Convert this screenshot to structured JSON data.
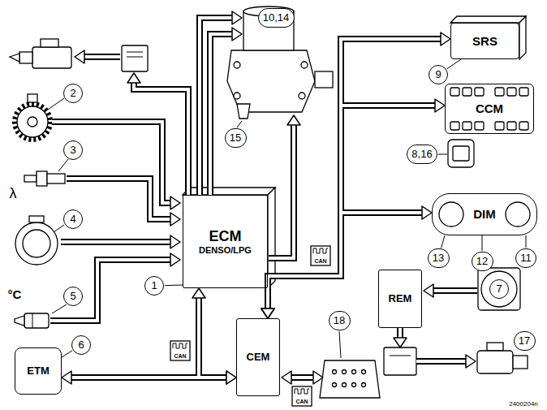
{
  "diagram": {
    "nodes": [
      {
        "text": [
          "10,14"
        ]
      },
      {
        "text": [
          "SRS"
        ]
      },
      {
        "text": [
          "2"
        ]
      },
      {
        "text": [
          "9"
        ]
      },
      {
        "text": [
          "CCM"
        ]
      },
      {
        "text": [
          "15"
        ]
      },
      {
        "text": [
          "3"
        ]
      },
      {
        "text": [
          "8,16"
        ]
      },
      {
        "text": [
          "DIM"
        ]
      },
      {
        "text": [
          "ECM",
          "DENSO/LPG"
        ]
      },
      {
        "text": [
          "4"
        ]
      },
      {
        "text": [
          "13"
        ]
      },
      {
        "text": [
          "12"
        ]
      },
      {
        "text": [
          "11"
        ]
      },
      {
        "text": [
          "1"
        ]
      },
      {
        "text": [
          "REM"
        ]
      },
      {
        "text": [
          "7"
        ]
      },
      {
        "text": [
          "5"
        ]
      },
      {
        "text": [
          "18"
        ]
      },
      {
        "text": [
          "6"
        ]
      },
      {
        "text": [
          "CEM"
        ]
      },
      {
        "text": [
          "ETM"
        ]
      },
      {
        "text": [
          "17"
        ]
      }
    ],
    "edges": [
      {
        "from": 9,
        "to": 20,
        "arrow": "both"
      },
      {
        "from": 21,
        "to": 20,
        "arrow": "both"
      },
      {
        "from": 20,
        "to": 1,
        "arrow": "both"
      },
      {
        "from": 20,
        "to": 4,
        "arrow": "both"
      },
      {
        "from": 20,
        "to": 8,
        "arrow": "both"
      },
      {
        "from": 14,
        "to": 9,
        "arrow": "none"
      },
      {
        "from": 3,
        "to": 1,
        "arrow": "none"
      },
      {
        "from": 19,
        "to": 21,
        "arrow": "none"
      },
      {
        "from": 11,
        "to": 8,
        "arrow": "none"
      },
      {
        "from": 12,
        "to": 8,
        "arrow": "none"
      },
      {
        "from": 13,
        "to": 8,
        "arrow": "none"
      }
    ],
    "labels": [
      "λ",
      "°C",
      "CAN",
      "CAN",
      "CAN",
      "2400204n"
    ]
  }
}
